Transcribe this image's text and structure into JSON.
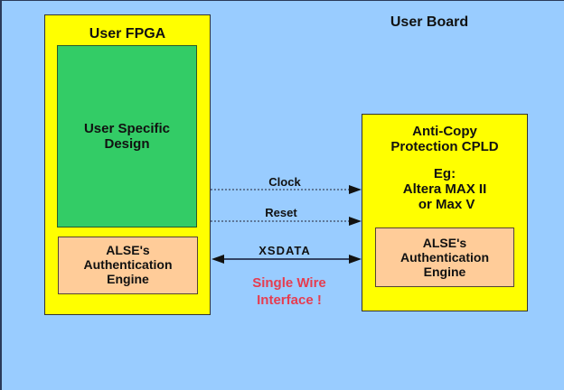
{
  "board": {
    "title": "User Board"
  },
  "fpga": {
    "title": "User FPGA",
    "design_block": "User Specific\nDesign",
    "auth_block": "ALSE's\nAuthentication\nEngine"
  },
  "cpld": {
    "title": "Anti-Copy\nProtection CPLD",
    "example": "Eg:\nAltera MAX II\n or Max V",
    "auth_block": "ALSE's\nAuthentication\nEngine"
  },
  "signals": [
    {
      "label": "Clock",
      "style": "dashed",
      "direction": "fpga-to-cpld"
    },
    {
      "label": "Reset",
      "style": "dashed",
      "direction": "fpga-to-cpld"
    },
    {
      "label": "XSDATA",
      "style": "solid",
      "direction": "bidirectional"
    }
  ],
  "note": "Single Wire\nInterface !",
  "colors": {
    "background": "#99ccff",
    "chip": "#ffff00",
    "design": "#33cc66",
    "auth": "#ffcc99",
    "note": "#e63c50"
  }
}
